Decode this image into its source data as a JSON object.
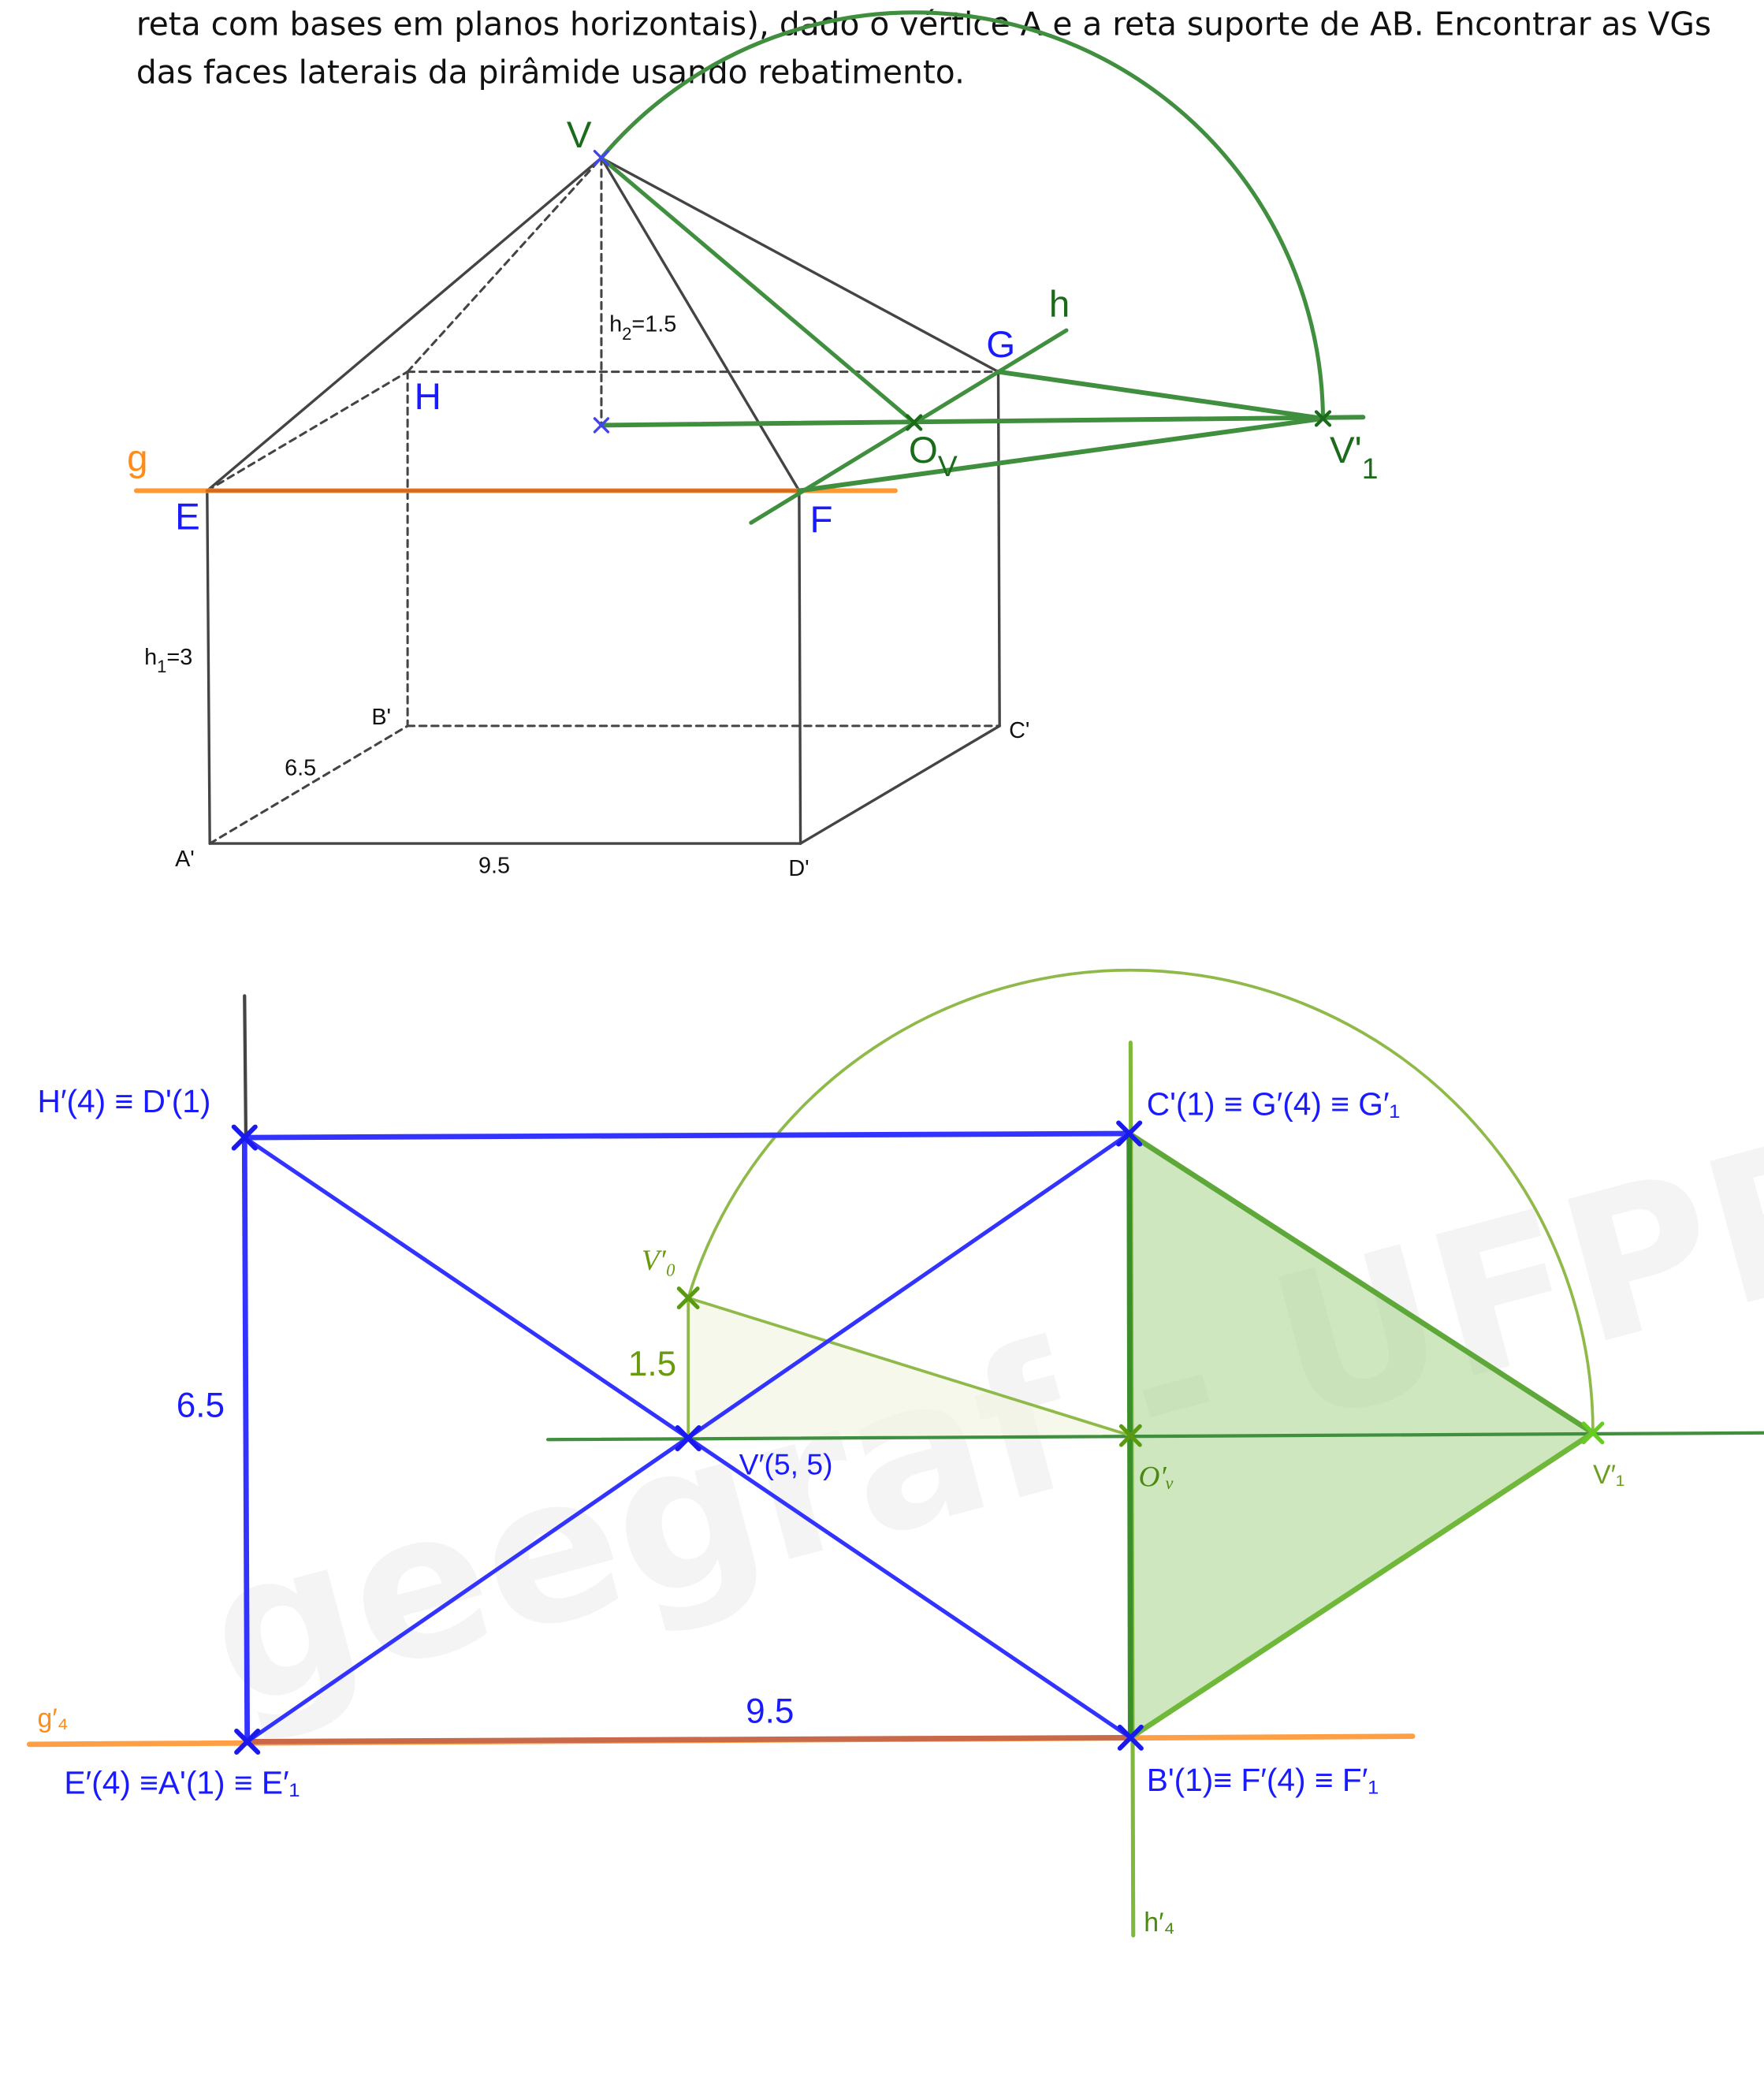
{
  "text": {
    "line1": "reta com bases em planos horizontais), dado o vértice A e a reta suporte de AB. Encontrar as VGs",
    "line2": "das faces laterais da pirâmide usando rebatimento."
  },
  "top_figure": {
    "V": "V",
    "E": "E",
    "F": "F",
    "G": "G",
    "H": "H",
    "g": "g",
    "h": "h",
    "Ov": "O",
    "Ov_sub": "V",
    "V1": "V'",
    "V1_sub": "1",
    "h2": "h",
    "h2_sub": "2",
    "h2_val": "=1.5",
    "h1": "h",
    "h1_sub": "1",
    "h1_val": "=3",
    "A": "A'",
    "B": "B'",
    "C": "C'",
    "D": "D'",
    "dim_depth": "6.5",
    "dim_width": "9.5"
  },
  "bottom_figure": {
    "HD": "H′(4) ≡ D'(1)",
    "CG": "C'(1) ≡ G′(4) ≡ G′₁",
    "EA": "E′(4) ≡A'(1) ≡ E′₁",
    "BF": "B'(1)≡ F′(4) ≡ F′₁",
    "V0": "V′₀",
    "Vp": "V′(5, 5)",
    "Ov": "O′ᵥ",
    "V1": "V′₁",
    "g4": "g′₄",
    "h4": "h′₄",
    "dim_height": "1.5",
    "dim_side": "6.5",
    "dim_base": "9.5"
  },
  "watermark": "geegraf - UFPR",
  "colors": {
    "blue": "#3333ff",
    "green": "#3f8f3f",
    "lightgreen": "#7fb83a",
    "orange": "#ff9933",
    "gray": "#444444"
  }
}
